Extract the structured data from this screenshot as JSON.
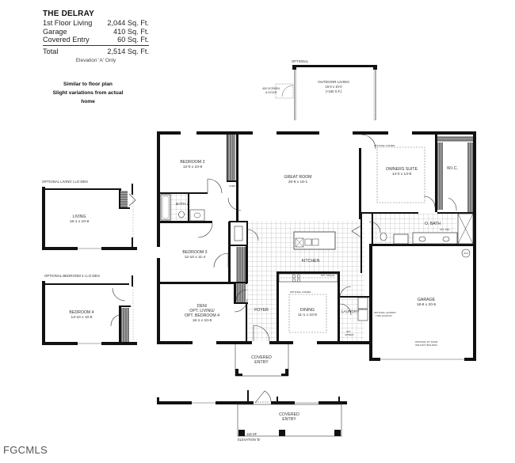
{
  "summary": {
    "title": "THE DELRAY",
    "rows": [
      {
        "label": "1st Floor Living",
        "value": "2,044 Sq. Ft."
      },
      {
        "label": "Garage",
        "value": "410 Sq. Ft."
      },
      {
        "label": "Covered Entry",
        "value": "60 Sq. Ft."
      }
    ],
    "total": {
      "label": "Total",
      "value": "2,514 Sq. Ft."
    },
    "elevation_note": "Elevation 'A' Only"
  },
  "disclaimer": {
    "line1": "Similar to floor plan",
    "line2": "Slight variations from actual",
    "line3": "home"
  },
  "outdoor": {
    "optional": "OPTIONAL",
    "name": "OUTDOOR LIVING",
    "dims": "16-0 x 10-0",
    "area": "(+160 S.F.)",
    "screen_door_1": "400 SCREEN",
    "screen_door_2": "& DOOR"
  },
  "rooms": {
    "bedroom2": {
      "name": "BEDROOM 2",
      "dims": "12-0 x 10-8"
    },
    "bath2": {
      "name": "BATH 2"
    },
    "linen": {
      "name": "LINEN"
    },
    "great_room": {
      "name": "GREAT ROOM",
      "dims": "20-6 x 16-1"
    },
    "owners_suite": {
      "name": "OWNERS SUITE",
      "dims": "14-0 x 14-8",
      "note": "OPTIONAL COFFER"
    },
    "wic": {
      "name": "W.I.C."
    },
    "o_bath": {
      "name": "O. BATH",
      "note": "OPT. DBL"
    },
    "bedroom3": {
      "name": "BEDROOM 3",
      "dims": "12-10 x 11-4"
    },
    "kitchen": {
      "name": "KITCHEN",
      "note": "OPT. SINGLE"
    },
    "den": {
      "line1": "DEN/",
      "line2": "OPT. LIVING/",
      "line3": "OPT. BEDROOM 4",
      "dims": "16-1 x 10-8"
    },
    "foyer": {
      "name": "FOYER"
    },
    "dining": {
      "name": "DINING",
      "dims": "11-1 x 10-8",
      "note": "OPTIONAL COFFER"
    },
    "laundry": {
      "name": "LAUNDRY",
      "note1": "OPTIONAL LAUNDRY",
      "note2": "TUB LOCATION",
      "note3": "OPT.",
      "note4": "UPPERS"
    },
    "garage": {
      "name": "GARAGE",
      "dims": "18-8 x 20-5",
      "note1": "OPTIONAL 2'0\" DOOR",
      "note2": "WALKOUT BUILDING",
      "wh": "W/H"
    },
    "covered_entry": {
      "name1": "COVERED",
      "name2": "ENTRY"
    }
  },
  "options": {
    "living_den": {
      "title": "OPTIONAL LIVING I.LO DEN",
      "name": "LIVING",
      "dims": "16-1 x 10-8"
    },
    "bedroom4": {
      "title": "OPTIONAL BEDROOM 4 I.LO DEN",
      "name": "BEDROOM 4",
      "dims": "13-10 x 10-8"
    }
  },
  "elevation_b": {
    "name1": "COVERED",
    "name2": "ENTRY",
    "area": "116 SF",
    "label": "ELEVATION 'B'"
  },
  "watermark": "FGCMLS"
}
